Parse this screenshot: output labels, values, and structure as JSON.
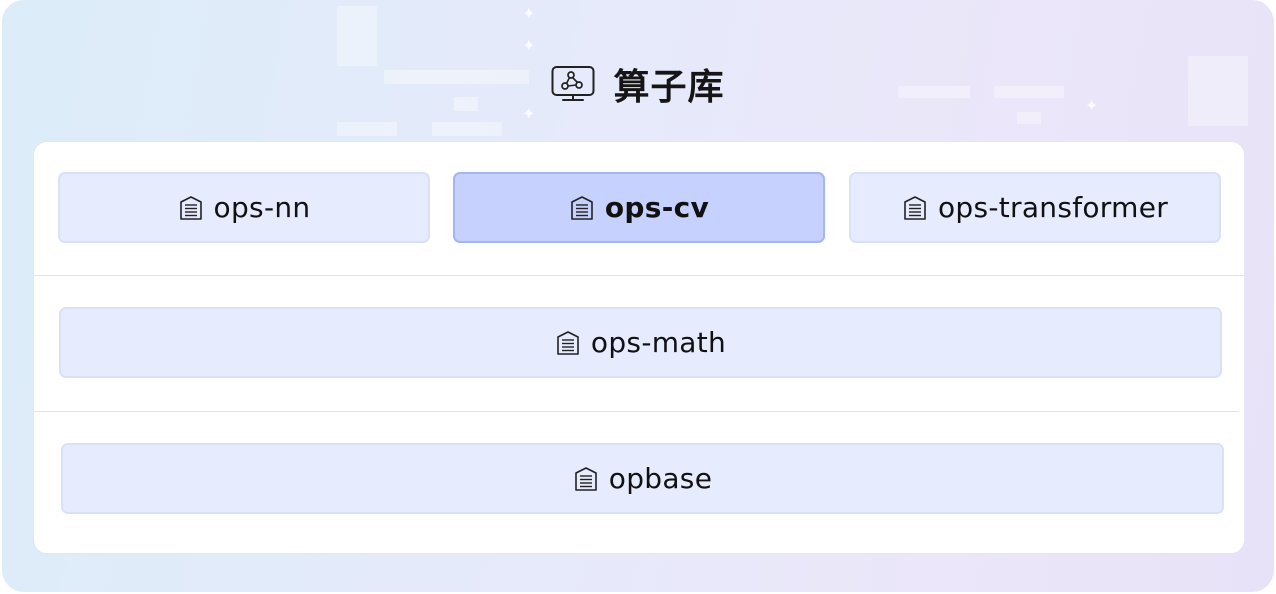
{
  "header": {
    "title": "算子库",
    "icon": "operator-library-icon"
  },
  "ops_row": [
    {
      "label": "ops-nn",
      "active": false
    },
    {
      "label": "ops-cv",
      "active": true
    },
    {
      "label": "ops-transformer",
      "active": false
    }
  ],
  "math": {
    "label": "ops-math"
  },
  "base": {
    "label": "opbase"
  },
  "colors": {
    "box_bg": "#e7ebfe",
    "box_active_bg": "#c7d1fd",
    "box_border": "#d9e1fa",
    "box_active_border": "#a3b5f5"
  },
  "box_icon": "document-list-icon"
}
